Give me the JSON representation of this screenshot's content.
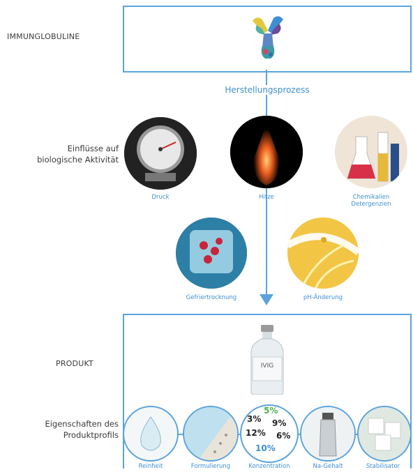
{
  "labels": {
    "immunoglobulins": "IMMUNGLOBULINE",
    "process": "Herstellungsprozess",
    "influences": "Einflüsse auf\nbiologische Aktivität",
    "product": "PRODUKT",
    "profile": "Eigenschaften des\nProduktprofils"
  },
  "influences": [
    {
      "name": "Druck"
    },
    {
      "name": "Hitze"
    },
    {
      "name": "Chemikalien\nDetergenzien"
    },
    {
      "name": "Gefriertrocknung"
    },
    {
      "name": "pH-Änderung"
    }
  ],
  "vial_label": "IVIG",
  "concentration_values": [
    "5%",
    "3%",
    "9%",
    "12%",
    "6%",
    "10%"
  ],
  "properties": [
    "Reinheit",
    "Formulierung",
    "Konzentration",
    "Na-Gehalt",
    "Stabilisator"
  ],
  "colors": {
    "accent": "#5aa3dd",
    "caption": "#3f8fd2"
  }
}
